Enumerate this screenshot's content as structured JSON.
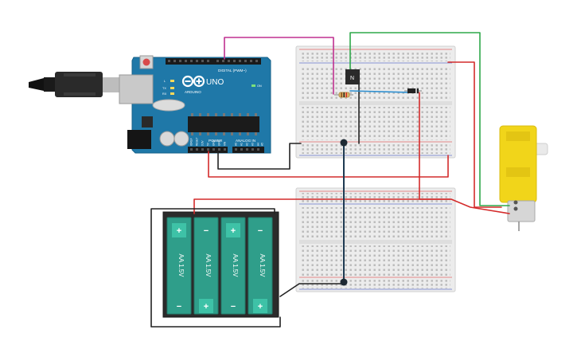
{
  "arduino": {
    "brand": "ARDUINO",
    "model": "UNO",
    "digital_label": "DIGITAL (PWM~)",
    "power_label": "POWER",
    "analog_label": "ANALOG IN",
    "pin_labels": [
      "AREF",
      "GND",
      "13",
      "12",
      "~11",
      "~10",
      "~9",
      "8",
      "7",
      "~6",
      "~5",
      "4",
      "~3",
      "2",
      "TX 1",
      "RX 0"
    ],
    "power_pins": [
      "IOREF",
      "RESET",
      "3.3V",
      "5V",
      "GND",
      "GND",
      "VIN"
    ],
    "analog_pins": [
      "A0",
      "A1",
      "A2",
      "A3",
      "A4",
      "A5"
    ],
    "side_labels": [
      "L",
      "TX",
      "RX"
    ],
    "on_label": "ON"
  },
  "transistor": {
    "label": "N"
  },
  "battery_pack": {
    "cells": [
      {
        "label": "AA 1.5V",
        "top_symbol": "+",
        "bottom_symbol": "−"
      },
      {
        "label": "AA 1.5V",
        "top_symbol": "−",
        "bottom_symbol": "+"
      },
      {
        "label": "AA 1.5V",
        "top_symbol": "+",
        "bottom_symbol": "−"
      },
      {
        "label": "AA 1.5V",
        "top_symbol": "−",
        "bottom_symbol": "+"
      }
    ]
  },
  "colors": {
    "arduino_board": "#1f78a8",
    "breadboard": "#ececec",
    "battery_body": "#2b2b2b",
    "battery_cell": "#2f9e8a",
    "motor_body": "#f1d51a",
    "wire_red": "#d42b2b",
    "wire_black": "#222222",
    "wire_green": "#2ea84a",
    "wire_magenta": "#c03090",
    "wire_blue": "#2d8fd0",
    "wire_navy": "#1e3a52"
  }
}
